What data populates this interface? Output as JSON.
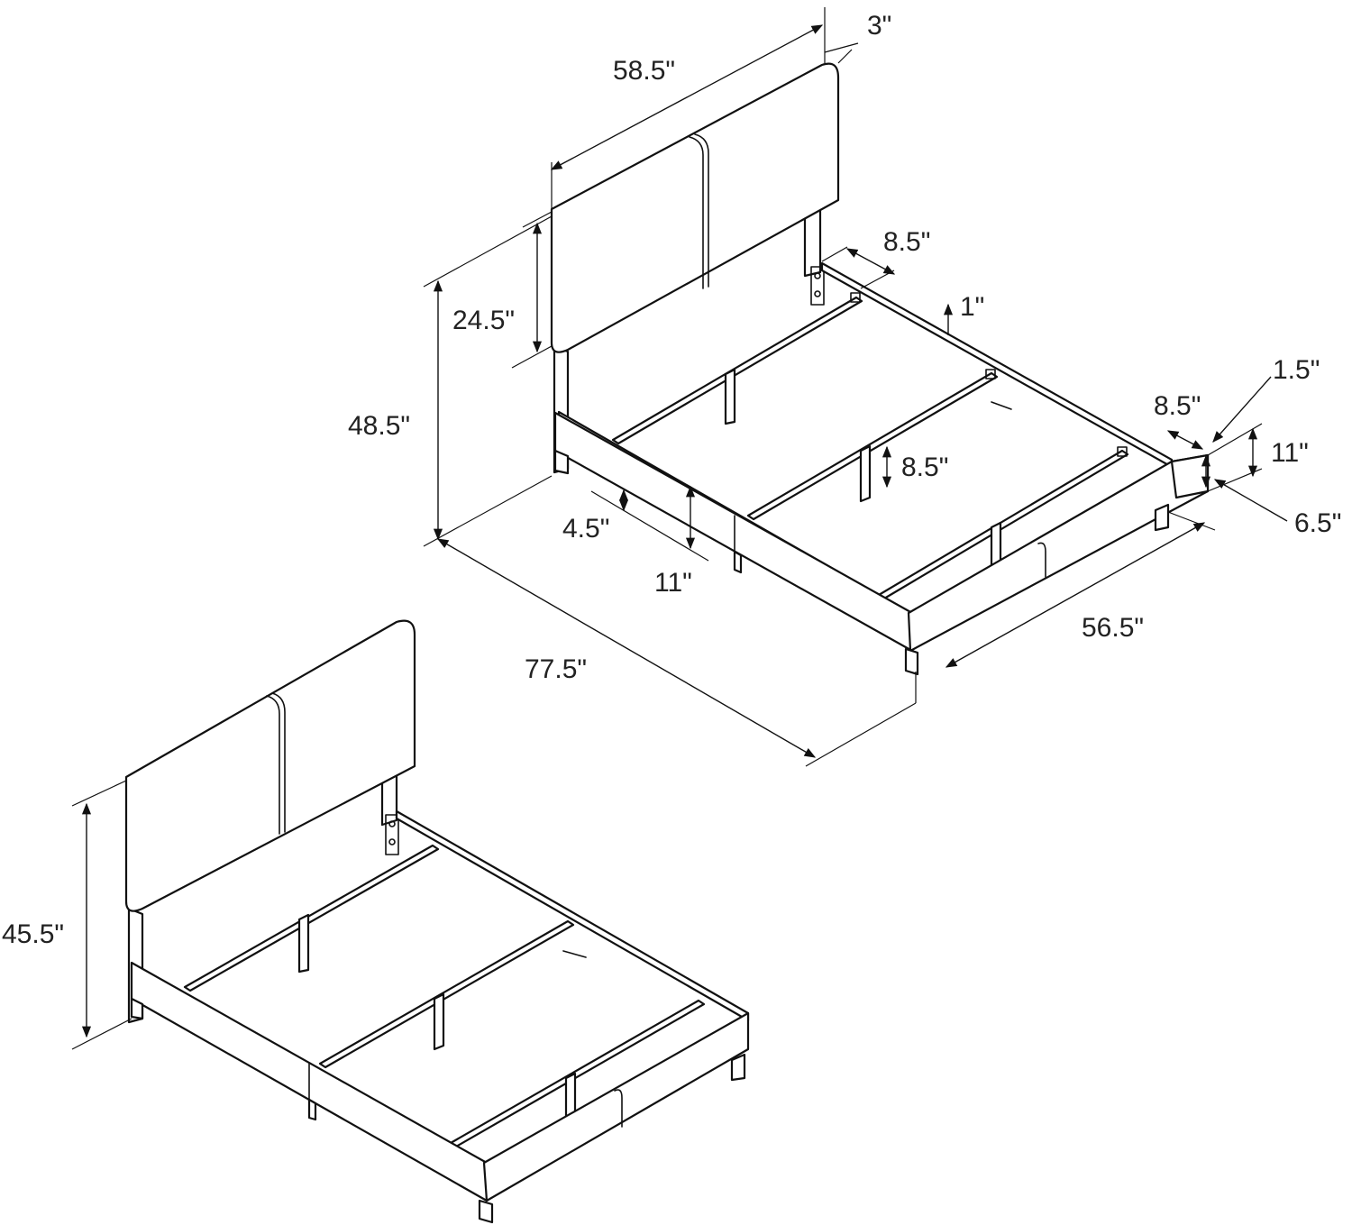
{
  "colors": {
    "line": "#111111",
    "text": "#222222",
    "background": "#ffffff"
  },
  "dimensions": {
    "headboard_width": "58.5\"",
    "headboard_depth": "3\"",
    "headboard_panel_height": "24.5\"",
    "overall_height": "48.5\"",
    "side_rail_gap_top": "8.5\"",
    "slat_lift": "1\"",
    "footboard_rail_gap": "8.5\"",
    "rail_thickness": "1.5\"",
    "footboard_height": "11\"",
    "leg_height_right": "6.5\"",
    "center_support_height": "8.5\"",
    "leg_height_left": "4.5\"",
    "side_rail_height": "11\"",
    "overall_length": "77.5\"",
    "inner_width": "56.5\"",
    "low_headboard_height": "45.5\""
  }
}
